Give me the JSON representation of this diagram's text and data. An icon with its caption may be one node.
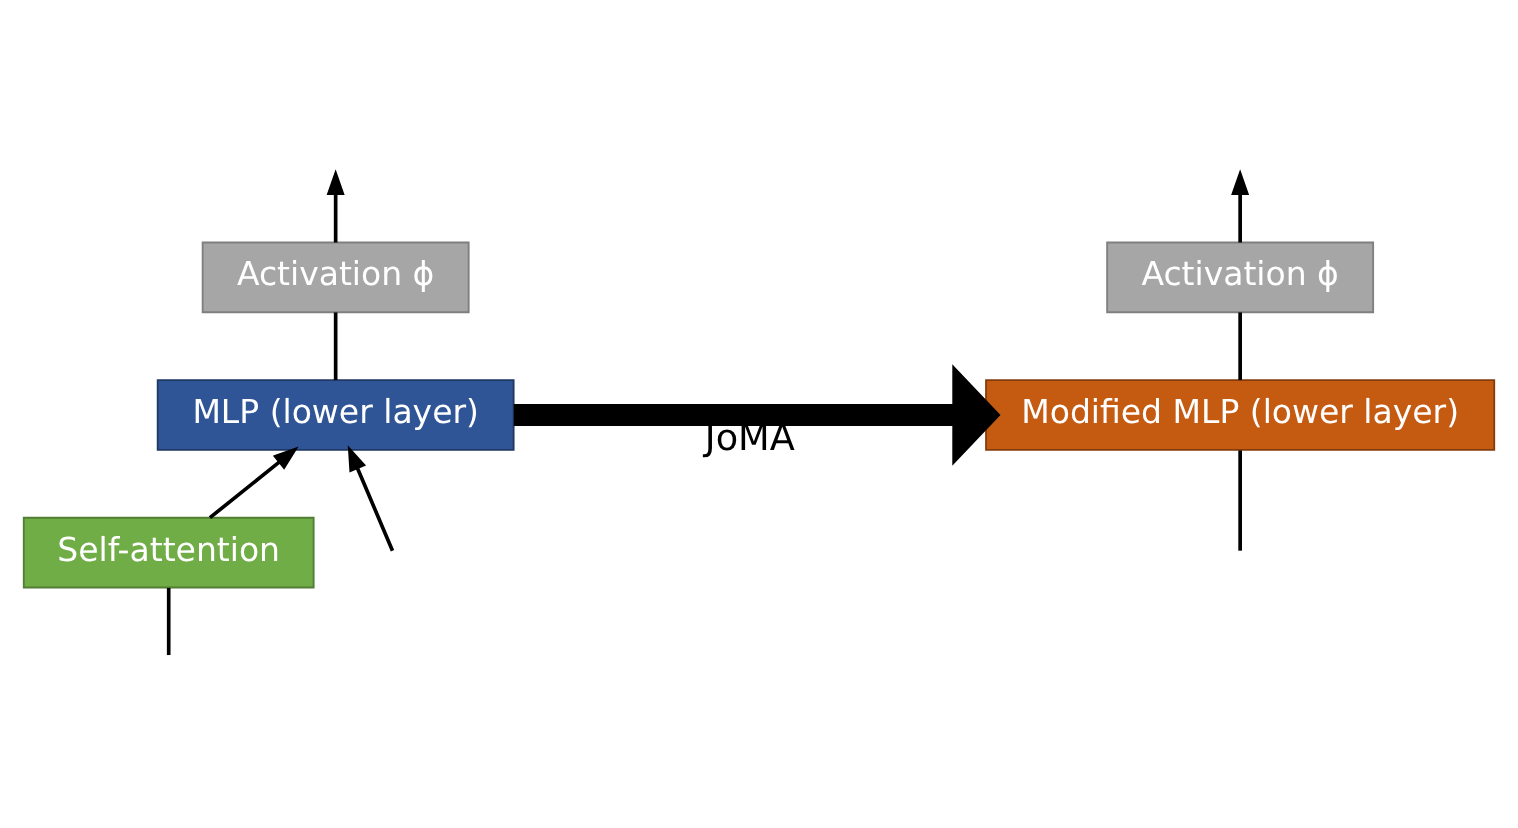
{
  "diagram": {
    "nodes": [
      {
        "text": [
          "Activation ϕ"
        ]
      },
      {
        "text": [
          "MLP (lower layer)"
        ]
      },
      {
        "text": [
          "Self-attention"
        ]
      },
      {
        "text": [
          "Activation ϕ"
        ]
      },
      {
        "text": [
          "Modified MLP (lower layer)"
        ]
      }
    ],
    "edges": [
      {
        "from": null,
        "to": 2,
        "arrow": "none"
      },
      {
        "from": 2,
        "to": 1,
        "arrow": "to"
      },
      {
        "from": null,
        "to": 1,
        "arrow": "to"
      },
      {
        "from": 1,
        "to": 0,
        "arrow": "none"
      },
      {
        "from": 0,
        "to": null,
        "arrow": "to"
      },
      {
        "from": 1,
        "to": 4,
        "arrow": "to",
        "label": "JoMA",
        "style": "thick"
      },
      {
        "from": null,
        "to": 4,
        "arrow": "none"
      },
      {
        "from": 4,
        "to": 3,
        "arrow": "none"
      },
      {
        "from": 3,
        "to": null,
        "arrow": "to"
      }
    ]
  }
}
